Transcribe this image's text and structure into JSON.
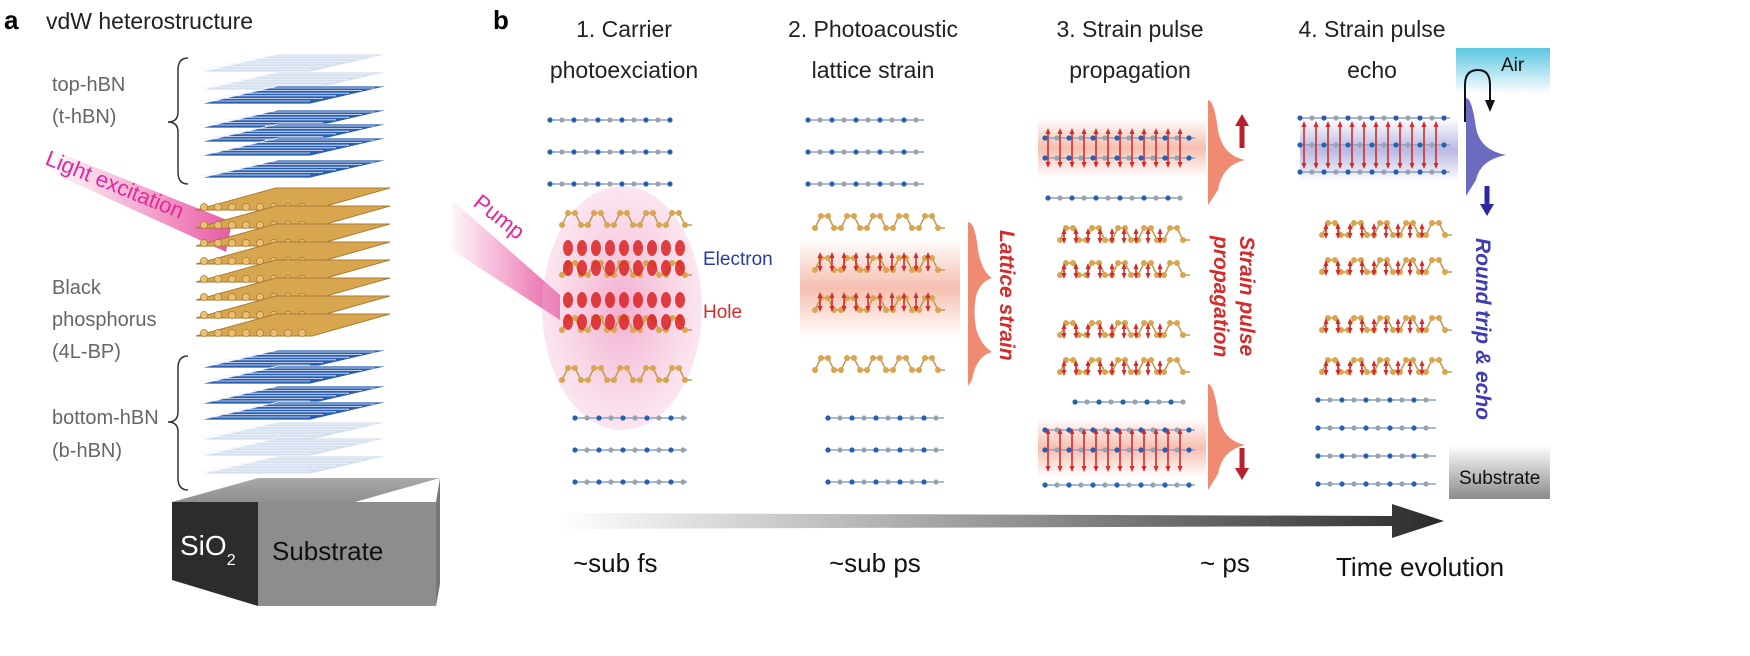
{
  "panel_a": {
    "letter": "a",
    "title": "vdW heterostructure",
    "top_label_1": "top-hBN",
    "top_label_2": "(t-hBN)",
    "light_label": "Light excitation",
    "bp_label_1": "Black",
    "bp_label_2": "phosphorus",
    "bp_label_3": "(4L-BP)",
    "bottom_label_1": "bottom-hBN",
    "bottom_label_2": "(b-hBN)",
    "substrate_chem": "SiO",
    "substrate_sub": "2",
    "substrate_label": "Substrate"
  },
  "panel_b": {
    "letter": "b",
    "steps": [
      {
        "line1": "1. Carrier",
        "line2": "photoexciation"
      },
      {
        "line1": "2. Photoacoustic",
        "line2": "lattice strain"
      },
      {
        "line1": "3. Strain pulse",
        "line2": "propagation"
      },
      {
        "line1": "4. Strain pulse",
        "line2": "echo"
      }
    ],
    "pump_label": "Pump",
    "electron_label": "Electron",
    "hole_label": "Hole",
    "lattice_strain_label": "Lattice strain",
    "strain_prop_line1": "Strain pulse",
    "strain_prop_line2": "propagation",
    "round_trip_label": "Round trip & echo",
    "air_label": "Air",
    "substrate_label": "Substrate",
    "time_labels": [
      "~sub fs",
      "~sub ps",
      "~ ps"
    ],
    "time_axis_label": "Time evolution"
  },
  "colors": {
    "hbn_blue": "#2a5fb0",
    "hbn_light": "#b8cbe6",
    "phosphorus_gold": "#d9a650",
    "strain_red": "#d42b2b",
    "pump_pink": "#e6489a",
    "electron_navy": "#2a3d9a",
    "strain_orange": "#f08a70",
    "echo_purple": "#6b6bc0",
    "air_cyan": "#5bc6e0"
  }
}
